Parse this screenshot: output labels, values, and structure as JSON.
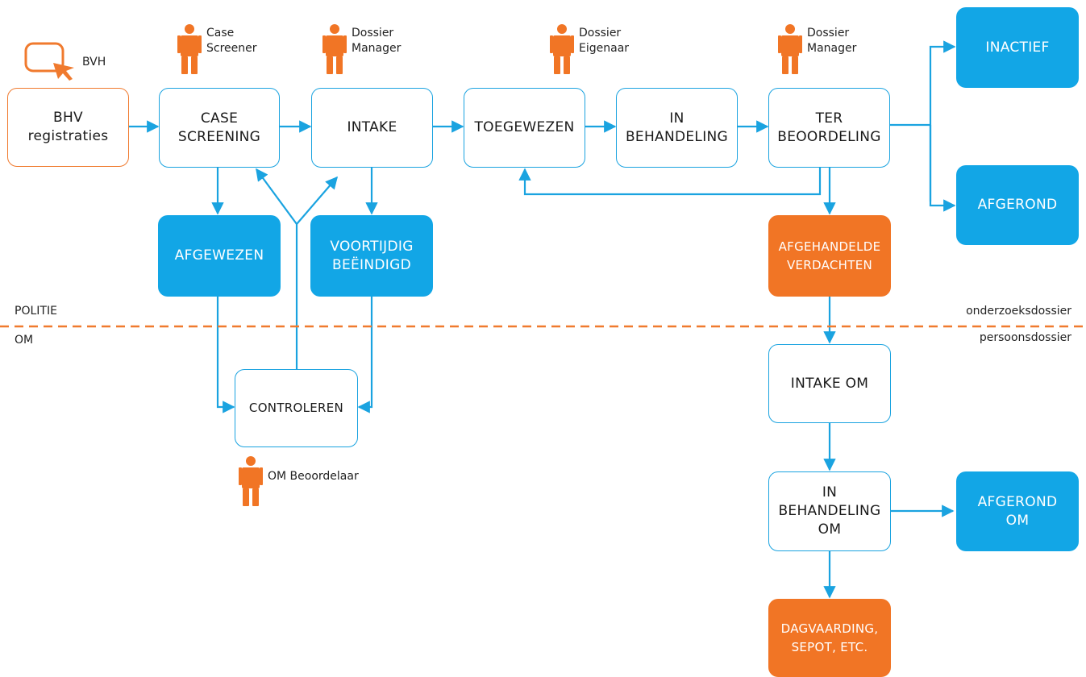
{
  "colors": {
    "blue": "#12a6e6",
    "line_blue": "#1aa3e0",
    "orange": "#f17525",
    "dash_orange": "#f07a2e"
  },
  "source": {
    "icon": "cursor-square-icon",
    "label": "BVH"
  },
  "roles": {
    "case_screener": "Case\nScreener",
    "dossier_manager_1": "Dossier\nManager",
    "dossier_eigenaar": "Dossier\nEigenaar",
    "dossier_manager_2": "Dossier\nManager",
    "om_beoordelaar": "OM Beoordelaar",
    "icon": "person-icon"
  },
  "nodes": {
    "bhv_registraties": "BHV\nregistraties",
    "case_screening": "CASE\nSCREENING",
    "intake": "INTAKE",
    "toegewezen": "TOEGEWEZEN",
    "in_behandeling": "IN\nBEHANDELING",
    "ter_beoordeling": "TER\nBEOORDELING",
    "inactief": "INACTIEF",
    "afgerond": "AFGEROND",
    "afgewezen": "AFGEWEZEN",
    "voortijdig_beeindigd": "VOORTIJDIG\nBEËINDIGD",
    "afgehandelde_verdachten": "AFGEHANDELDE\nVERDACHTEN",
    "controleren": "CONTROLEREN",
    "intake_om": "INTAKE OM",
    "in_behandeling_om": "IN\nBEHANDELING\nOM",
    "afgerond_om": "AFGEROND\nOM",
    "dagvaarding": "DAGVAARDING,\nSEPOT, ETC."
  },
  "zones": {
    "top_left": "POLITIE",
    "bottom_left": "OM",
    "top_right": "onderzoeksdossier",
    "bottom_right": "persoonsdossier"
  }
}
